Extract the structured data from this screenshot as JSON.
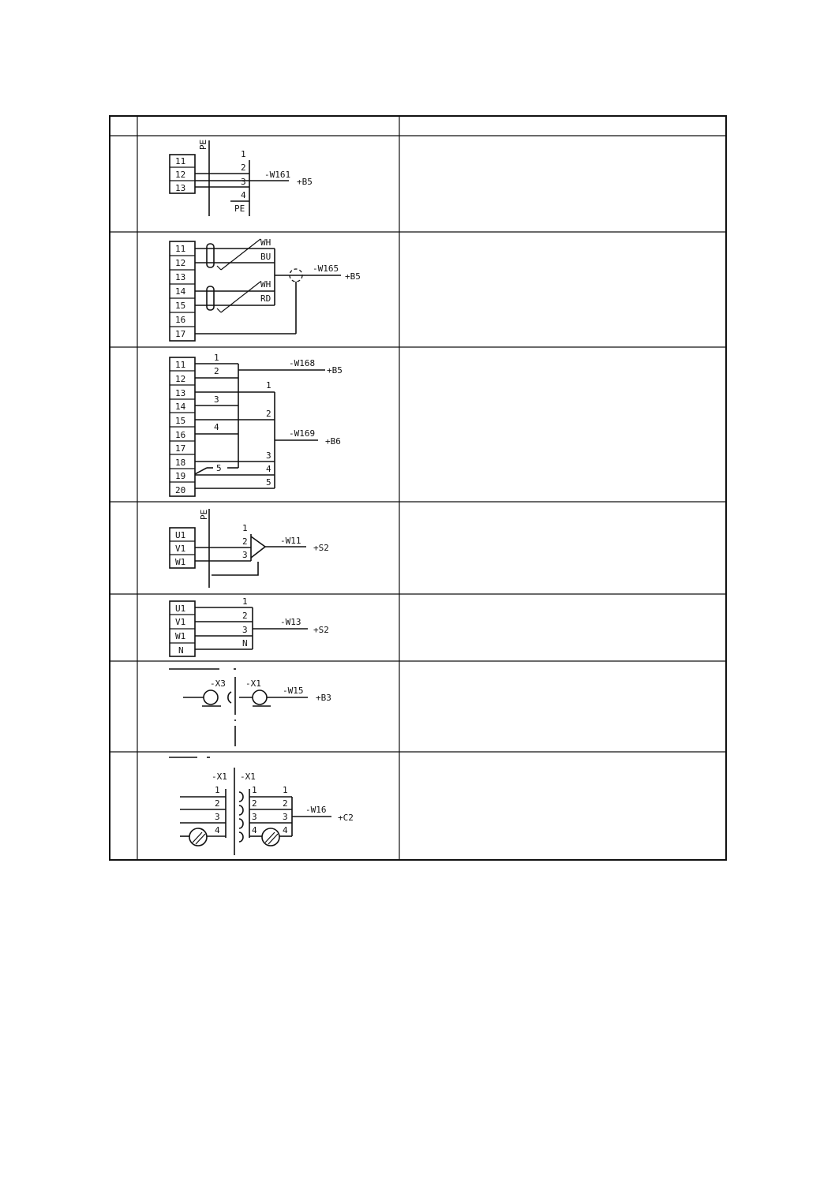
{
  "rows": [
    {
      "terminals": [
        "11",
        "12",
        "13"
      ],
      "rail_label": "PE",
      "cable_cores": [
        "1",
        "2",
        "3",
        "4",
        "PE"
      ],
      "cable_id": "-W161",
      "location": "+B5"
    },
    {
      "terminals": [
        "11",
        "12",
        "13",
        "14",
        "15",
        "16",
        "17"
      ],
      "pair_1_colors": [
        "WH",
        "BU"
      ],
      "pair_2_colors": [
        "WH",
        "RD"
      ],
      "cable_id": "-W165",
      "location": "+B5"
    },
    {
      "terminals": [
        "11",
        "12",
        "13",
        "14",
        "15",
        "16",
        "17",
        "18",
        "19",
        "20"
      ],
      "cable_a_cores": [
        "1",
        "2",
        "3",
        "4",
        "5"
      ],
      "cable_a_id": "-W168",
      "cable_a_location": "+B5",
      "cable_b_cores": [
        "1",
        "2",
        "3",
        "4",
        "5"
      ],
      "cable_b_id": "-W169",
      "cable_b_location": "+B6"
    },
    {
      "terminals": [
        "U1",
        "V1",
        "W1"
      ],
      "rail_label": "PE",
      "cable_cores": [
        "1",
        "2",
        "3"
      ],
      "cable_id": "-W11",
      "location": "+S2"
    },
    {
      "terminals": [
        "U1",
        "V1",
        "W1",
        "N"
      ],
      "cable_cores": [
        "1",
        "2",
        "3",
        "N"
      ],
      "cable_id": "-W13",
      "location": "+S2"
    },
    {
      "connector_left": "-X3",
      "connector_right": "-X1",
      "cable_id": "-W15",
      "location": "+B3"
    },
    {
      "connector_left": "-X1",
      "connector_right": "-X1",
      "left_pins": [
        "1",
        "2",
        "3",
        "4"
      ],
      "mid_pins": [
        "1",
        "2",
        "3",
        "4"
      ],
      "cable_cores": [
        "1",
        "2",
        "3",
        "4"
      ],
      "cable_id": "-W16",
      "location": "+C2"
    }
  ]
}
